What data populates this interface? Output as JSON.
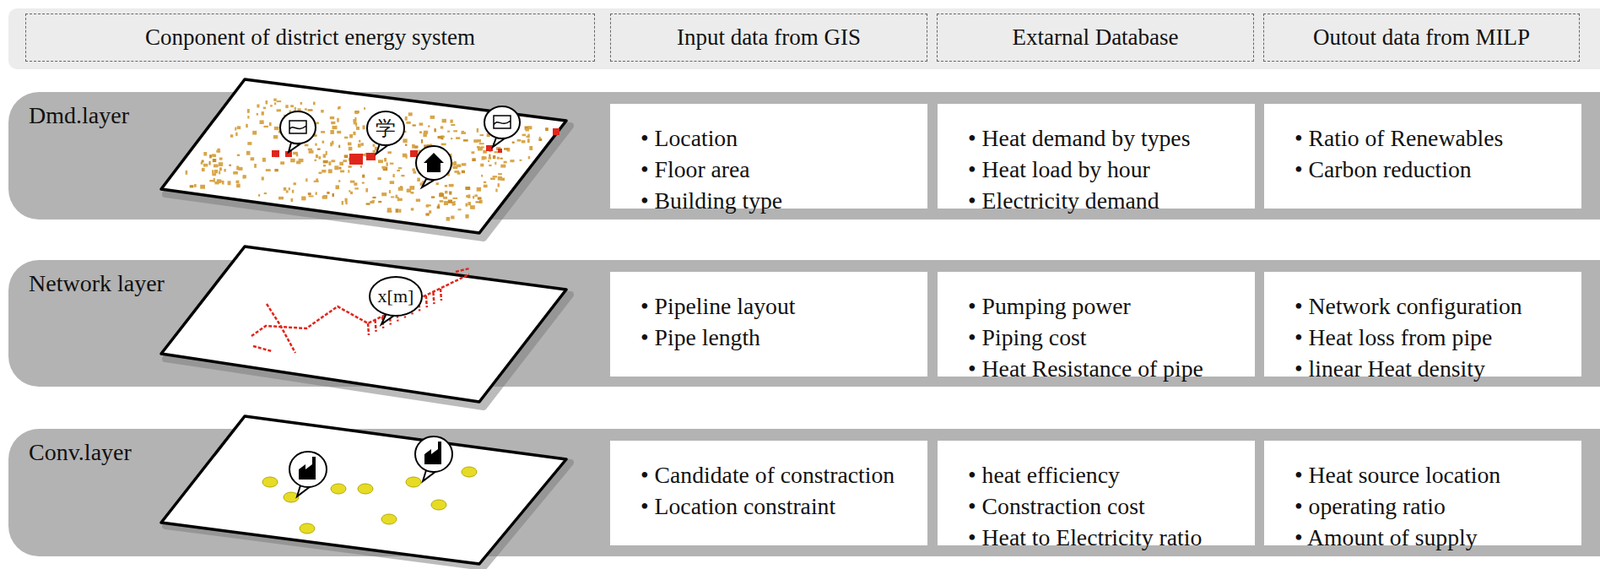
{
  "diagram": {
    "nodes": [
      {
        "text": [
          "Conponent of district energy system"
        ]
      },
      {
        "text": [
          "Input data from GIS"
        ]
      },
      {
        "text": [
          "Extarnal Database"
        ]
      },
      {
        "text": [
          "Outout data from MILP"
        ]
      },
      {
        "text": [
          "Dmd.layer"
        ]
      },
      {
        "text": [
          "• Location",
          "• Floor area",
          "• Building type"
        ],
        "in": 4
      },
      {
        "text": [
          "• Heat demand by types",
          "• Heat load by hour",
          "• Electricity demand"
        ],
        "in": 4
      },
      {
        "text": [
          "• Ratio of Renewables",
          "• Carbon reduction"
        ],
        "in": 4
      },
      {
        "text": [
          "Network layer"
        ]
      },
      {
        "text": [
          "• Pipeline layout",
          "• Pipe length"
        ],
        "in": 8
      },
      {
        "text": [
          "• Pumping power",
          "• Piping cost",
          "• Heat Resistance of pipe"
        ],
        "in": 8
      },
      {
        "text": [
          "• Network configuration",
          "• Heat loss from pipe",
          "• linear Heat density"
        ],
        "in": 8
      },
      {
        "text": [
          "Conv.layer"
        ]
      },
      {
        "text": [
          "• Candidate of constraction",
          "• Location constraint"
        ],
        "in": 12
      },
      {
        "text": [
          "• heat efficiency",
          "• Constraction cost",
          "• Heat to Electricity ratio"
        ],
        "in": 12
      },
      {
        "text": [
          "• Heat source location",
          "• operating ratio",
          "• Amount of supply"
        ],
        "in": 12
      }
    ],
    "labels": [
      "学",
      "x[m]"
    ]
  }
}
